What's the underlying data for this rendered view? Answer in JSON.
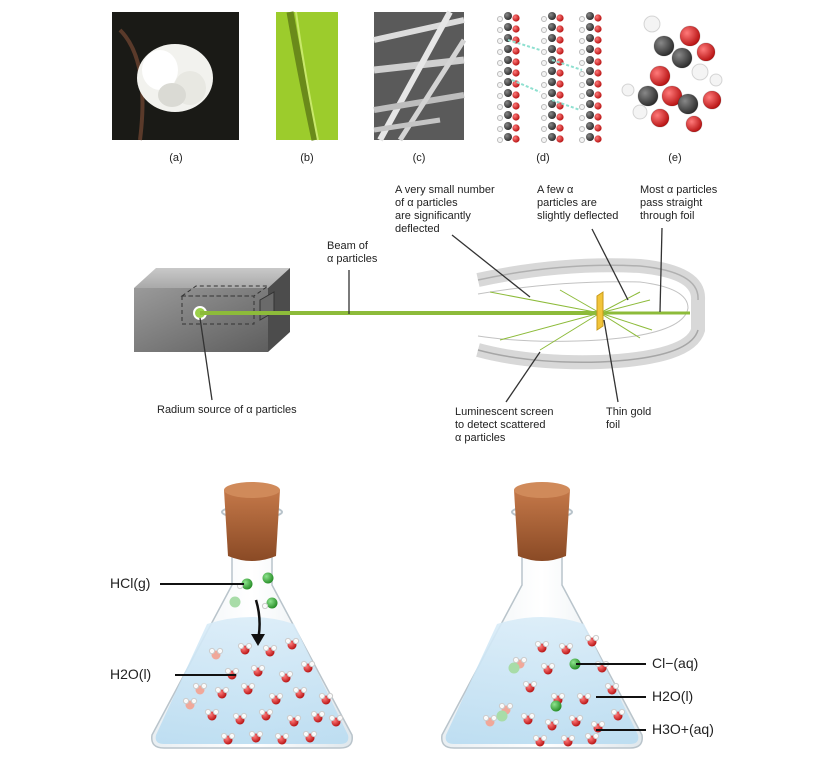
{
  "top_panels": {
    "captions": [
      "(a)",
      "(b)",
      "(c)",
      "(d)",
      "(e)"
    ]
  },
  "rutherford": {
    "source_label": "Radium source of α particles",
    "beam_label": [
      "Beam of",
      "α particles"
    ],
    "small_number_label": [
      "A very small number",
      "of α particles",
      "are significantly",
      "deflected"
    ],
    "few_label": [
      "A few α",
      "particles are",
      "slightly deflected"
    ],
    "most_label": [
      "Most α particles",
      "pass straight",
      "through foil"
    ],
    "screen_label": [
      "Luminescent screen",
      "to detect scattered",
      "α particles"
    ],
    "foil_label": [
      "Thin gold",
      "foil"
    ]
  },
  "flasks": {
    "left_hcl": "HCl(g)",
    "left_h2o": "H2O(l)",
    "right_cl": "Cl−(aq)",
    "right_h2o": "H2O(l)",
    "right_h3o": "H3O+(aq)"
  },
  "colors": {
    "beam": "#8dbb3a",
    "cork": "#b0643a",
    "water": "#cfe6f5",
    "oxygen": "#d42020",
    "chlorine": "#3aa63a"
  }
}
